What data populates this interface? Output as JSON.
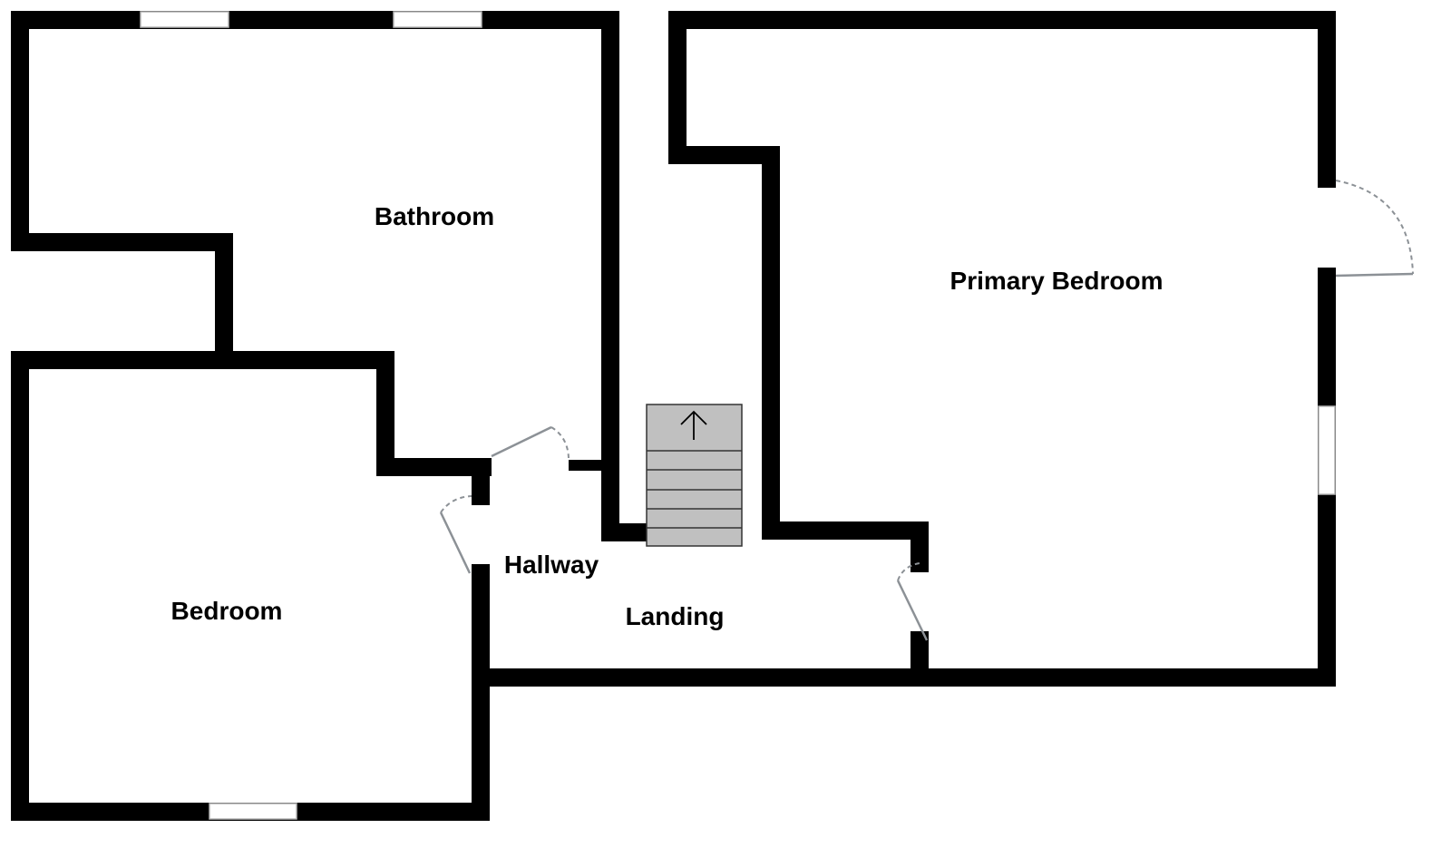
{
  "rooms": {
    "bathroom": "Bathroom",
    "primary_bedroom": "Primary Bedroom",
    "hallway": "Hallway",
    "landing": "Landing",
    "bedroom": "Bedroom"
  },
  "colors": {
    "wall": "#000000",
    "stairs": "#c0c0c0",
    "door": "#8c9196"
  }
}
